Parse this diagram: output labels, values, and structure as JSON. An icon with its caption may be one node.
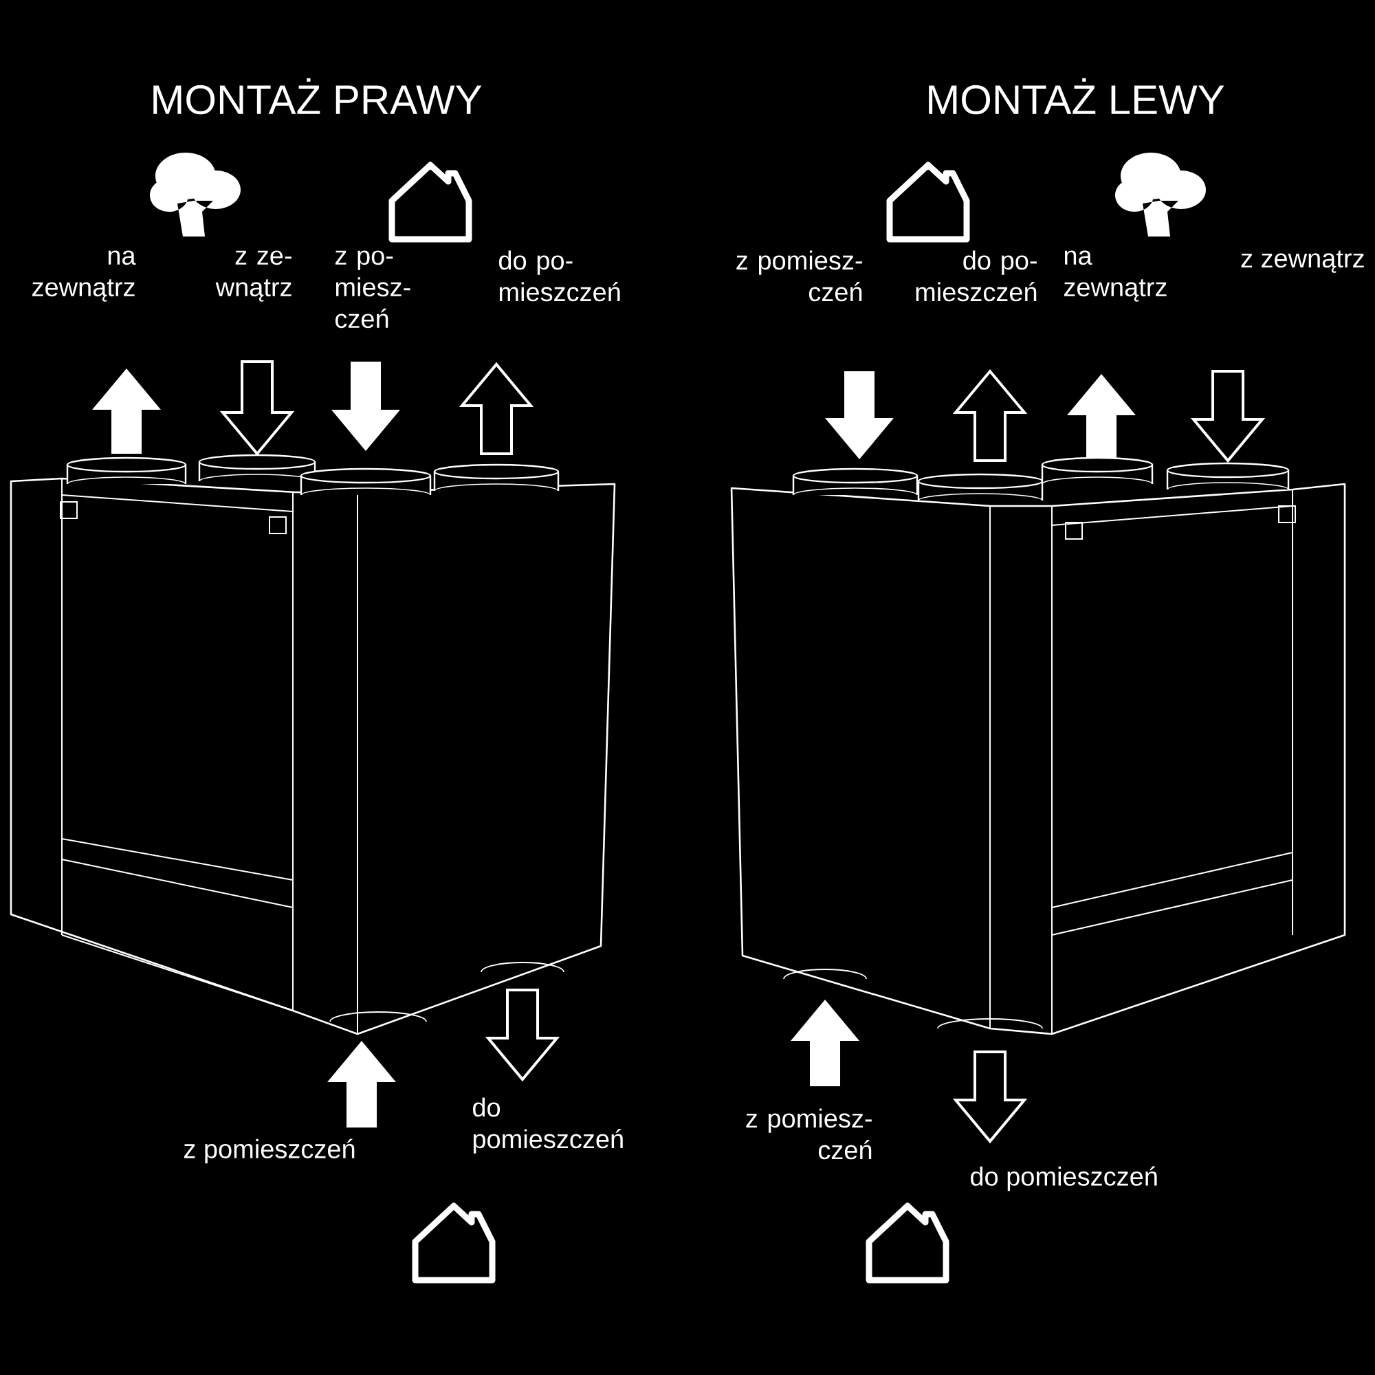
{
  "diagram": {
    "labels": [
      "MONTAŻ PRAWY",
      "MONTAŻ LEWY",
      "na zewnątrz",
      "z ze- wnątrz",
      "z po- miesz- czeń",
      "do po- mieszczeń",
      "z pomiesz- czeń",
      "do po- mieszczeń",
      "na zewnątrz",
      "z zewnątrz",
      "z pomieszczeń",
      "do pomieszczeń",
      "z pomiesz- czeń",
      "do pomieszczeń"
    ]
  }
}
